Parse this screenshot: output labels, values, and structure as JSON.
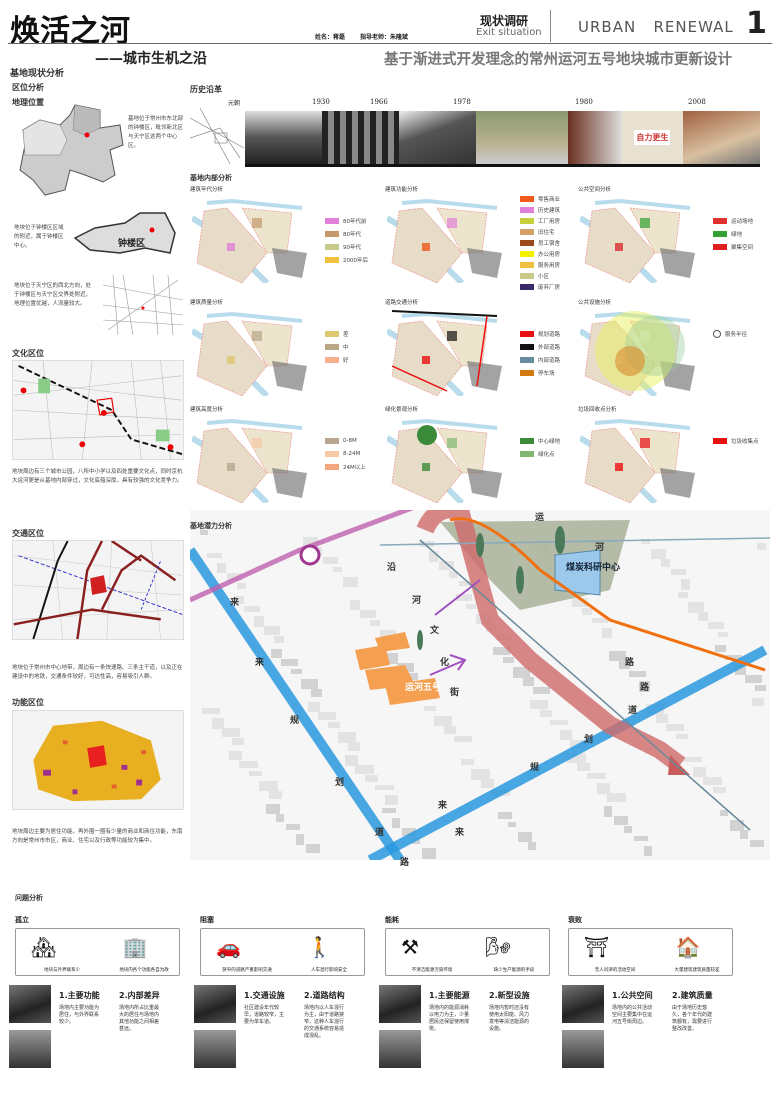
{
  "header": {
    "title": "焕活之河",
    "subtitle": "——城市生机之沿",
    "author": "姓名：蒋磊",
    "advisor": "指导老师：朱隆斌",
    "section_cn": "现状调研",
    "section_en": "Exit situation",
    "series": "URBAN   RENEWAL",
    "page_no": "1",
    "project": "基于渐进式开发理念的常州运河五号地块城市更新设计"
  },
  "site": {
    "title": "基地现状分析",
    "location_title": "区位分析",
    "geo_title": "地理位置",
    "geo_caps": [
      "基地位于常州市东北部的钟楼区，毗邻新北区与天宁区这两个中心区。",
      "地块位于钟楼区区域的附近，属于钟楼区中心。",
      "地块位于天宁区的西北方向，处于钟楼区与天宁区交界处附近，地理位置优越，人流量较大。"
    ],
    "district_label": "钟楼区",
    "culture_title": "文化区位",
    "culture_cap": "地块周边有三个城市公园，八所中小学以及四处重要文化点，同时京杭大运河更是从基地内部穿过，文化底蕴深厚，具有较强的文化竞争力。",
    "traffic_title": "交通区位",
    "traffic_cap": "地块位于常州市中心地带，周边有一条快速路、三条主干道，以及正在建设中的地铁，交通条件较好，可达性高，容易吸引人群。",
    "function_title": "功能区位",
    "function_cap": "地块周边主要为居住功能，再外围一圈有少量的商业和商住功能，东南方向是常州市市区，商业、住宅以及行政等功能较为集中。"
  },
  "history": {
    "title": "历史沿革",
    "start": "元朝",
    "years": [
      "1930",
      "1966",
      "1978",
      "1980",
      "2008"
    ],
    "sign": "自力更生"
  },
  "internal": {
    "title": "基地内部分析",
    "panels": [
      {
        "title": "建筑年代分析",
        "legend": [
          [
            "80年代前",
            "#e27fd8"
          ],
          [
            "80年代",
            "#c49a6c"
          ],
          [
            "90年代",
            "#c8c98a"
          ],
          [
            "2000年后",
            "#f0c040"
          ]
        ]
      },
      {
        "title": "建筑功能分析",
        "legend": [
          [
            "零售商业",
            "#f05a1a"
          ],
          [
            "历史建筑",
            "#e27fd8"
          ],
          [
            "工厂用房",
            "#c6d03a"
          ],
          [
            "旧住宅",
            "#d3a066"
          ],
          [
            "员工宿舍",
            "#9a4a1a"
          ],
          [
            "办公用房",
            "#f5f000"
          ],
          [
            "服务用房",
            "#f0c040"
          ],
          [
            "小区",
            "#c8c98a"
          ],
          [
            "废弃厂房",
            "#3a2a6a"
          ]
        ]
      },
      {
        "title": "公共空间分析",
        "legend": [
          [
            "运动场地",
            "#e03030"
          ],
          [
            "绿地",
            "#30a030"
          ],
          [
            "聚集空间",
            "#e02020"
          ]
        ]
      },
      {
        "title": "建筑质量分析",
        "legend": [
          [
            "差",
            "#ddc870"
          ],
          [
            "中",
            "#b8a888"
          ],
          [
            "好",
            "#f5b090"
          ]
        ]
      },
      {
        "title": "道路交通分析",
        "legend": [
          [
            "规划道路",
            "#e81010"
          ],
          [
            "外部道路",
            "#111111"
          ],
          [
            "内部道路",
            "#6a8aa0"
          ],
          [
            "停车场",
            "#d07a10"
          ]
        ]
      },
      {
        "title": "公共设施分析",
        "legend": [
          [
            "服务半径",
            "#ffffff"
          ]
        ]
      },
      {
        "title": "建筑高度分析",
        "legend": [
          [
            "0-8M",
            "#b8a890"
          ],
          [
            "8-24M",
            "#f8c8a8"
          ],
          [
            "24M以上",
            "#f5a880"
          ]
        ]
      },
      {
        "title": "绿化景观分析",
        "legend": [
          [
            "中心绿地",
            "#3a8a3a"
          ],
          [
            "绿化点",
            "#80b870"
          ]
        ]
      },
      {
        "title": "垃圾回收点分析",
        "legend": [
          [
            "垃圾收集点",
            "#e81010"
          ]
        ]
      }
    ]
  },
  "potential": {
    "title": "基地潜力分析",
    "site_label": "运河五号",
    "center_label": "煤炭科研中心",
    "river_street": [
      "沿",
      "河",
      "文",
      "化",
      "街"
    ],
    "road_top": [
      "运",
      "河",
      "路"
    ],
    "road_left": [
      "来",
      "来",
      "规",
      "划",
      "道"
    ],
    "road_right": [
      "路",
      "道",
      "划",
      "规",
      "来"
    ],
    "road_bottom": [
      "来",
      "路"
    ]
  },
  "problems": {
    "title": "问题分析",
    "groups": [
      {
        "name": "孤立",
        "caps": [
          "地块与外界联系少",
          "地块内各个功能各自为政"
        ],
        "items": [
          {
            "t": "1.主要功能",
            "b": "场地内主要功能为居住，与外界联系较少。"
          },
          {
            "t": "2.内部差异",
            "b": "场地内所占比重最大的居住与场地内其他功能之间相差甚远。"
          }
        ]
      },
      {
        "name": "阻塞",
        "caps": [
          "狭窄的道路严重影响交通",
          "人车混行影响安全"
        ],
        "items": [
          {
            "t": "1.交通设施",
            "b": "社区建设年代较早，道路较窄，主要为单车道。"
          },
          {
            "t": "2.道路结构",
            "b": "场地内以人车混行为主，由于道路狭窄，这种人车混行的交通系统容易造成混乱。"
          }
        ]
      },
      {
        "name": "能耗",
        "caps": [
          "不清洁能源污染环境",
          "缺少生产能源的手段"
        ],
        "items": [
          {
            "t": "1.主要能源",
            "b": "场地内的能源消耗以电力为主，少量居民还保留使用煤炭。"
          },
          {
            "t": "2.新型设施",
            "b": "场地内暂时还没有使用太阳能、风力发电等清洁能源的设施。"
          }
        ]
      },
      {
        "name": "衰败",
        "caps": [
          "无人问津的活动空间",
          "大量建筑建筑质量较差"
        ],
        "items": [
          {
            "t": "1.公共空间",
            "b": "场地内的公共活动空间主要集中在运河五号街周边。"
          },
          {
            "t": "2.建筑质量",
            "b": "由于场地历史悠久，各个年代的建筑都有，需要进行整改改善。"
          }
        ]
      }
    ]
  }
}
